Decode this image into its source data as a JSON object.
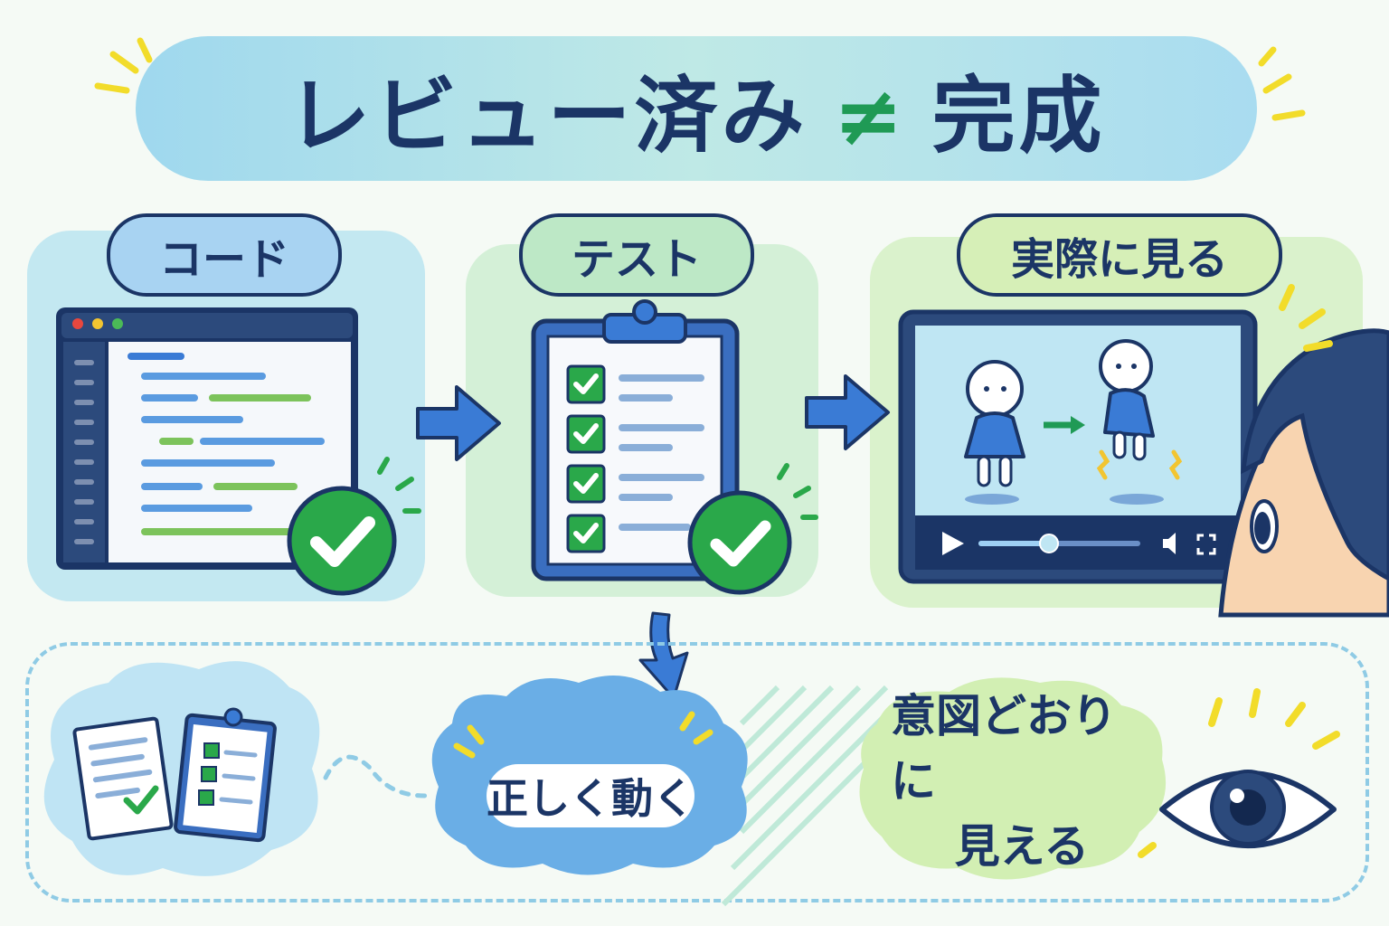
{
  "title": {
    "left": "レビュー済み",
    "symbol": "≠",
    "right": "完成"
  },
  "steps": [
    {
      "label": "コード"
    },
    {
      "label": "テスト"
    },
    {
      "label": "実際に見る"
    }
  ],
  "outcomes": {
    "works": "正しく動く",
    "looks_line1": "意図どおりに",
    "looks_line2": "見える"
  },
  "colors": {
    "navy": "#1b3566",
    "green": "#1f9a55",
    "blue": "#3a7bd5",
    "accent_yellow": "#f2dc2a"
  }
}
